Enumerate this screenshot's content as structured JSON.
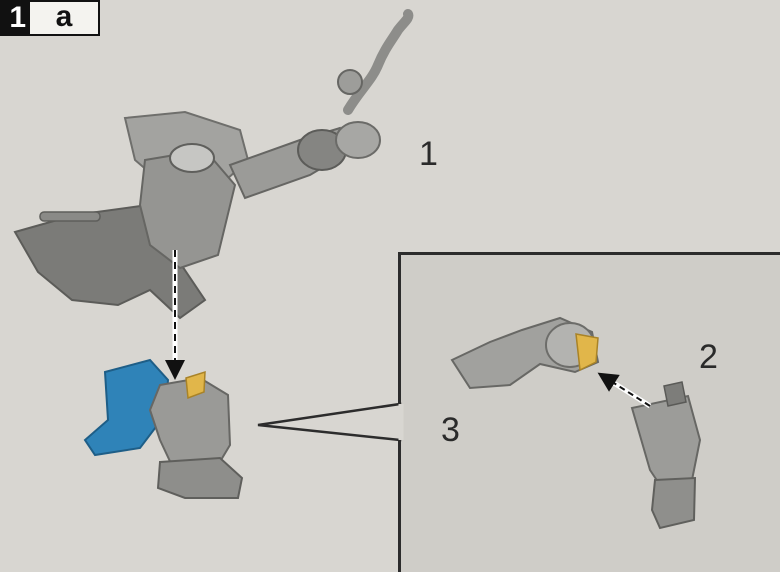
{
  "step": {
    "number": "1",
    "letter": "a"
  },
  "parts": [
    {
      "id": "part-1",
      "label": "1"
    },
    {
      "id": "part-2",
      "label": "2"
    },
    {
      "id": "part-3",
      "label": "3"
    }
  ],
  "colors": {
    "background": "#d8d6d1",
    "inset_background": "#cfcdc8",
    "resin_grey": "#8f8f8c",
    "highlight_blue": "#2f83b8",
    "glue_yellow": "#e1b64a",
    "arrow": "#111111"
  }
}
